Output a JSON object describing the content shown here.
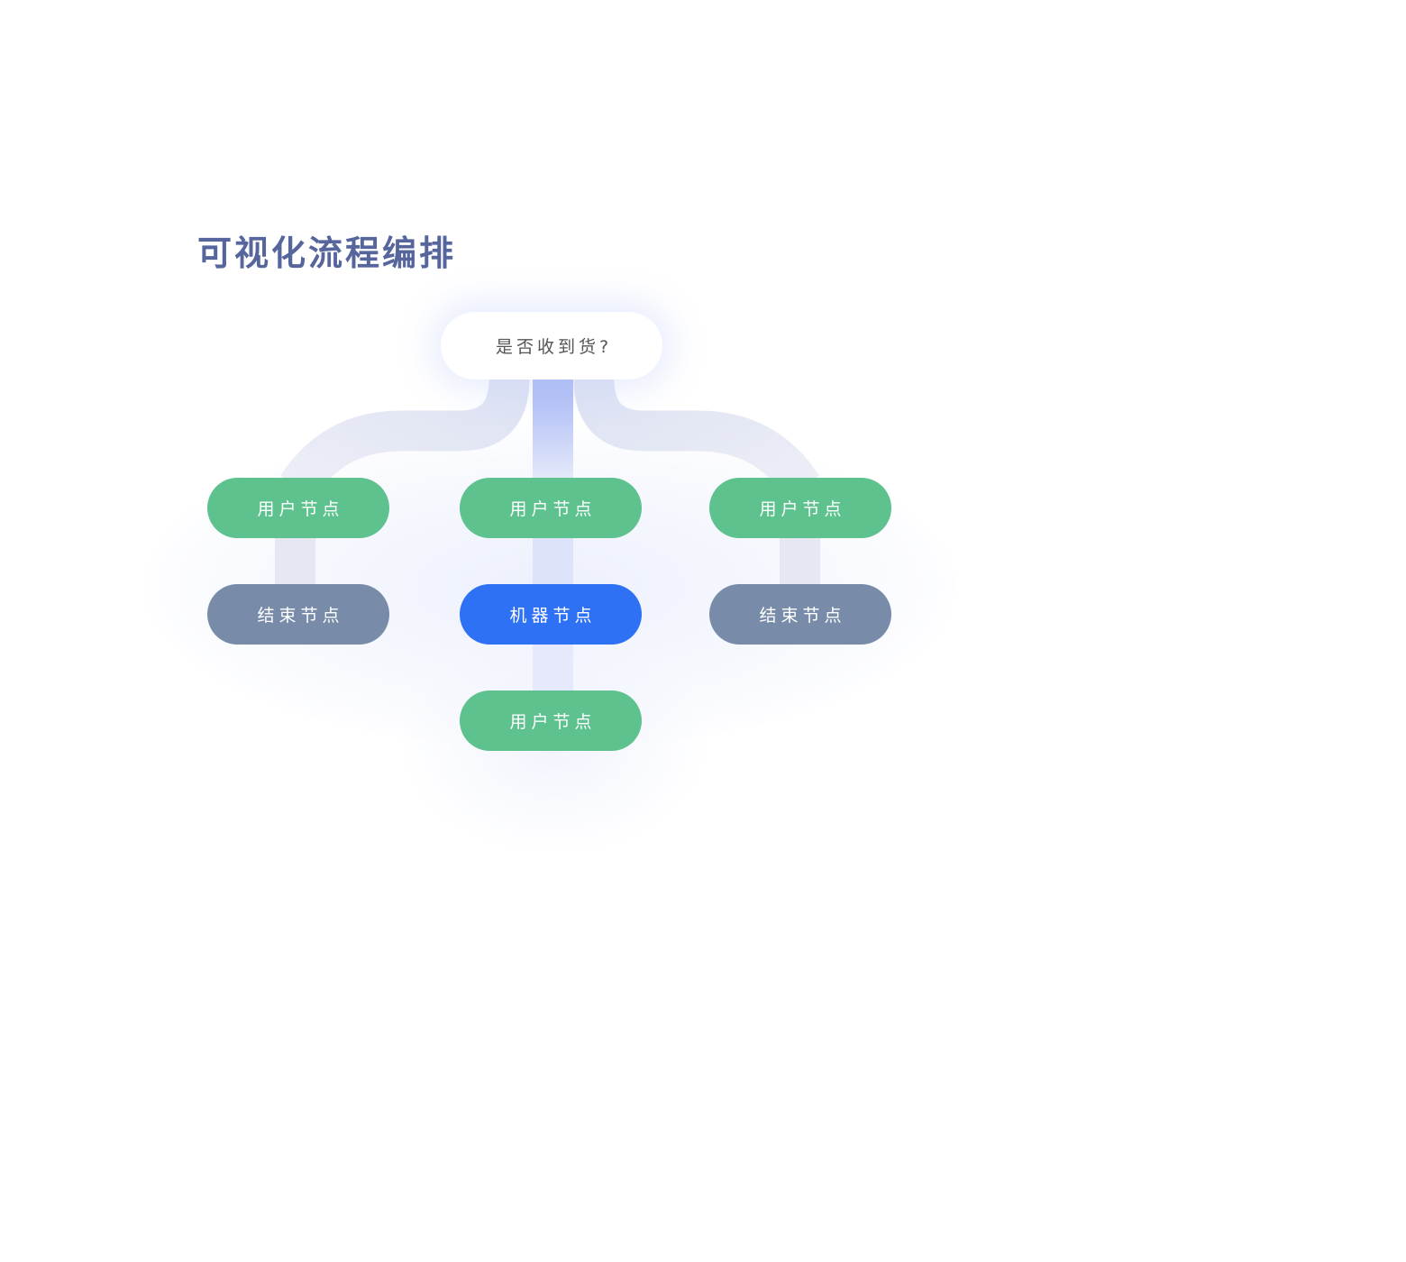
{
  "title": "可视化流程编排",
  "colors": {
    "title": "#56659c",
    "user_node": "#5ec28f",
    "end_node": "#788ca9",
    "machine_node": "#2e71f4",
    "decision_node": "#ffffff",
    "connector": "#e6e9f4",
    "active_connector": "#a9b8f5"
  },
  "nodes": {
    "decision": {
      "label": "是否收到货?",
      "type": "decision"
    },
    "left_user": {
      "label": "用户节点",
      "type": "user"
    },
    "left_end": {
      "label": "结束节点",
      "type": "end"
    },
    "center_user": {
      "label": "用户节点",
      "type": "user"
    },
    "center_machine": {
      "label": "机器节点",
      "type": "machine"
    },
    "center_bottom_user": {
      "label": "用户节点",
      "type": "user"
    },
    "right_user": {
      "label": "用户节点",
      "type": "user"
    },
    "right_end": {
      "label": "结束节点",
      "type": "end"
    }
  },
  "edges": [
    {
      "from": "decision",
      "to": "left_user"
    },
    {
      "from": "decision",
      "to": "center_user",
      "active": true
    },
    {
      "from": "decision",
      "to": "right_user"
    },
    {
      "from": "left_user",
      "to": "left_end"
    },
    {
      "from": "center_user",
      "to": "center_machine",
      "active": true
    },
    {
      "from": "center_machine",
      "to": "center_bottom_user",
      "active": true
    },
    {
      "from": "right_user",
      "to": "right_end"
    }
  ]
}
